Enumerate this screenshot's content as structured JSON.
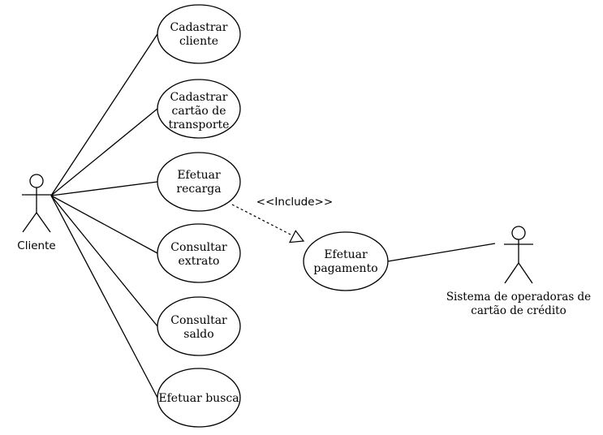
{
  "diagram": {
    "actors": {
      "cliente": "Cliente",
      "sistema": [
        "Sistema de operadoras de",
        "cartão de crédito"
      ]
    },
    "use_cases": {
      "cadastrar_cliente": [
        "Cadastrar",
        "cliente"
      ],
      "cadastrar_cartao": [
        "Cadastrar",
        "cartão de",
        "transporte"
      ],
      "efetuar_recarga": [
        "Efetuar",
        "recarga"
      ],
      "consultar_extrato": [
        "Consultar",
        "extrato"
      ],
      "consultar_saldo": [
        "Consultar",
        "saldo"
      ],
      "efetuar_busca": [
        "Efetuar busca"
      ],
      "efetuar_pagamento": [
        "Efetuar",
        "pagamento"
      ]
    },
    "include_label": "<<Include>>"
  }
}
